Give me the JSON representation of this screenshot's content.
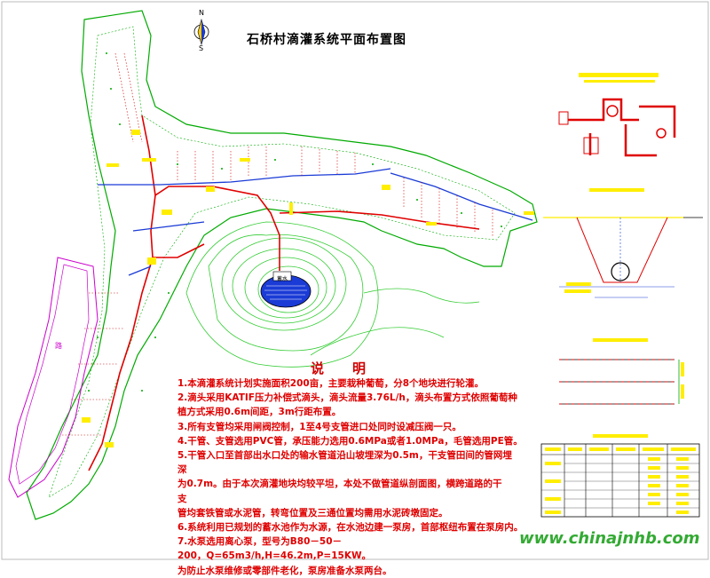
{
  "title": "石桥村滴灌系统平面布置图",
  "compass": {
    "north": "N",
    "south": "S"
  },
  "notes": {
    "heading": "说明",
    "lines": [
      "1.本滴灌系统计划实施面积200亩，主要栽种葡萄，分8个地块进行轮灌。",
      "2.滴头采用KATIF压力补偿式滴头，滴头流量3.76L/h，滴头布置方式依照葡萄种",
      "  植方式采用0.6m间距，3m行距布置。",
      "3.所有支管均采用闸阀控制，1至4号支管进口处同时设减压阀一只。",
      "4.干管、支管选用PVC管，承压能力选用0.6MPa或者1.0MPa，毛管选用PE管。",
      "5.干管入口至首部出水口处的输水管道沿山坡埋深为0.5m，干支管田间的管网埋",
      "  深",
      "  为0.7m。由于本次滴灌地块均较平坦，本处不做管道纵剖面图，横跨道路的干",
      "  支",
      "  管均套铁管或水泥管，转弯位置及三通位置均需用水泥砖墩固定。",
      "6.系统利用已规划的蓄水池作为水源，在水池边建一泵房，首部枢纽布置在泵房内。",
      "7.水泵选用离心泵，型号为B80－50－",
      "  200，Q=65m3/h,H=46.2m,P=15KW。",
      "  为防止水泵维修或零部件老化，泵房准备水泵两台。"
    ]
  },
  "map_labels": {
    "pond": "蓄水",
    "road": "路"
  },
  "watermark": "www.chinajnhb.com",
  "colors": {
    "notes": "#e00000",
    "main_pipe": "#e00000",
    "branch_pipe": "#1a3bd6",
    "boundary": "#00aa00",
    "road": "#cc00cc",
    "contour": "#33cc33",
    "annotation": "#ffee00"
  }
}
